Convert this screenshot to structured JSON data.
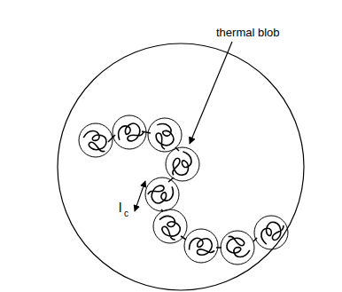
{
  "diagram": {
    "labels": [
      "thermal blob",
      "l",
      "c"
    ]
  }
}
